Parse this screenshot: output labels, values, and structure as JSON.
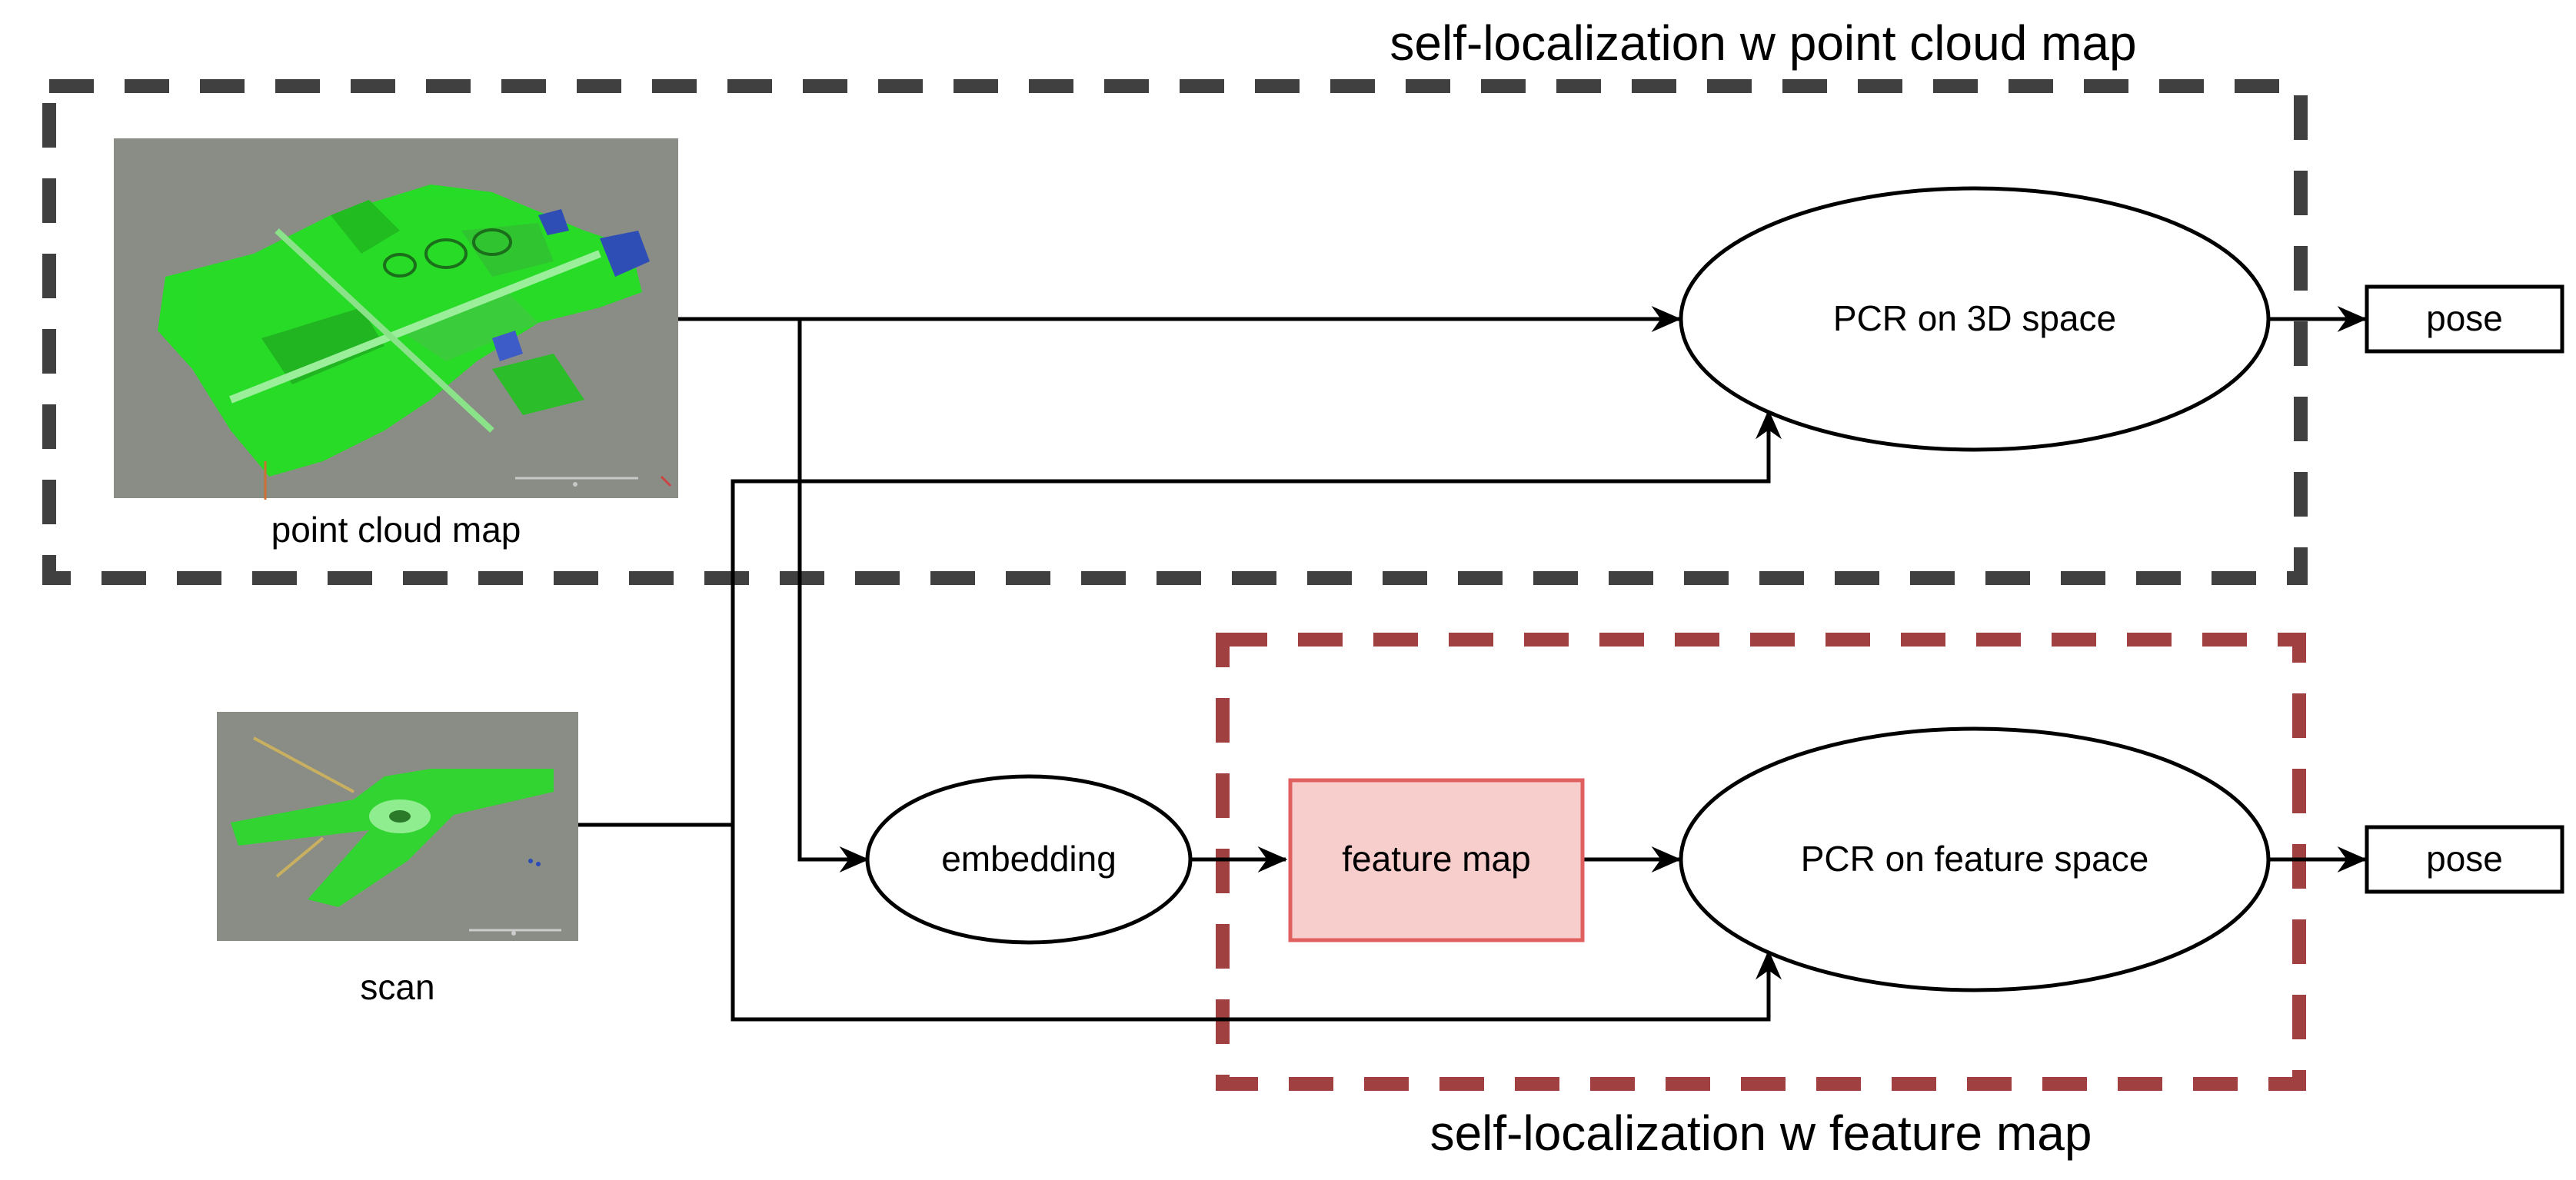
{
  "groups": {
    "point_cloud_group": {
      "title": "self-localization w point cloud map",
      "title_color": "#000000",
      "border_color": "#404040"
    },
    "feature_map_group": {
      "title": "self-localization w feature map",
      "title_color": "#a04040",
      "border_color": "#a04040"
    }
  },
  "images": {
    "point_cloud_map": {
      "caption": "point cloud map"
    },
    "scan": {
      "caption": "scan"
    }
  },
  "nodes": {
    "pcr_3d": {
      "label": "PCR on 3D space"
    },
    "pose_top": {
      "label": "pose"
    },
    "embedding": {
      "label": "embedding"
    },
    "feature_map": {
      "label": "feature map",
      "fill": "#f8cecc",
      "border": "#e06060"
    },
    "pcr_feature": {
      "label": "PCR on feature space"
    },
    "pose_bottom": {
      "label": "pose"
    }
  },
  "colors": {
    "background": "#ffffff",
    "map_bg": "#8a8d85",
    "point_green": "#22e022",
    "point_blue": "#2a4ab8",
    "stroke": "#000000"
  },
  "icons": {
    "arrowhead": "arrowhead-icon"
  }
}
